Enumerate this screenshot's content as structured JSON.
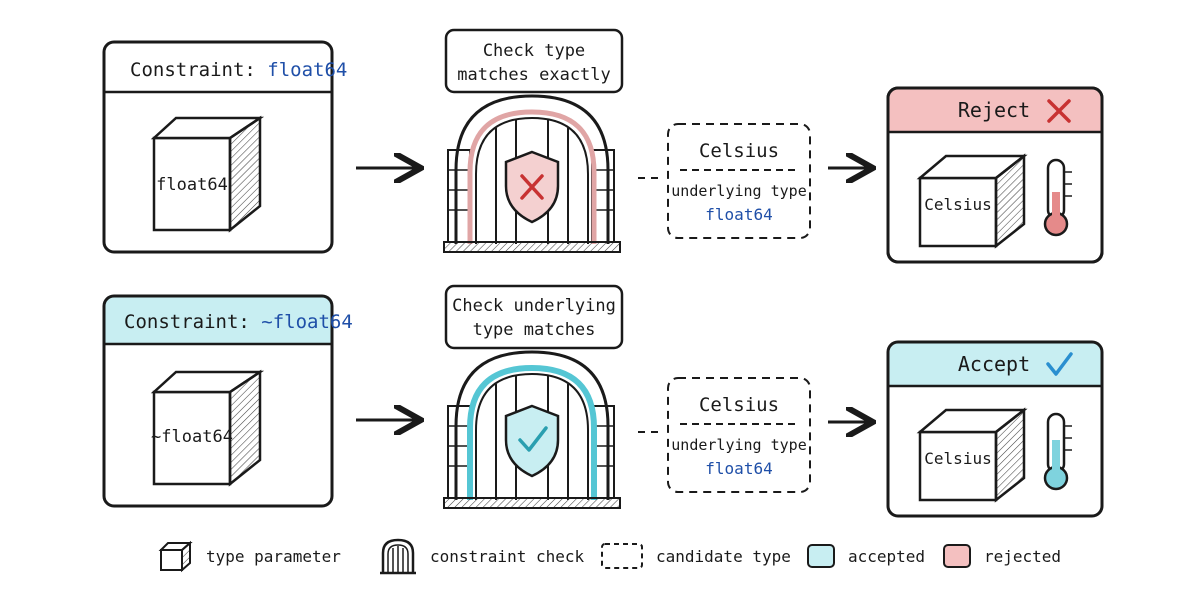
{
  "rows": [
    {
      "constraint_prefix": "Constraint: ",
      "constraint_type": "float64",
      "cube_label": "float64",
      "check_lines": [
        "Check type",
        "matches exactly"
      ],
      "candidate_name": "Celsius",
      "underlying_label": "underlying type",
      "underlying_type": "float64",
      "result_label": "Reject",
      "result_cube": "Celsius",
      "status": "rejected"
    },
    {
      "constraint_prefix": "Constraint: ",
      "constraint_type": "~float64",
      "cube_label": "~float64",
      "check_lines": [
        "Check underlying",
        "type matches"
      ],
      "candidate_name": "Celsius",
      "underlying_label": "underlying type",
      "underlying_type": "float64",
      "result_label": "Accept",
      "result_cube": "Celsius",
      "status": "accepted"
    }
  ],
  "legend": [
    {
      "icon": "cube-icon",
      "label": "type parameter"
    },
    {
      "icon": "gate-icon",
      "label": "constraint check"
    },
    {
      "icon": "dashed-box-icon",
      "label": "candidate type"
    },
    {
      "icon": "accepted-swatch",
      "label": "accepted"
    },
    {
      "icon": "rejected-swatch",
      "label": "rejected"
    }
  ],
  "colors": {
    "accepted_fill": "#c8eef2",
    "accepted_stroke": "#3bb8c8",
    "rejected_fill": "#f4c0c0",
    "rejected_stroke": "#c83232",
    "type_blue": "#1f4fa8",
    "ink": "#1a1a1a"
  }
}
